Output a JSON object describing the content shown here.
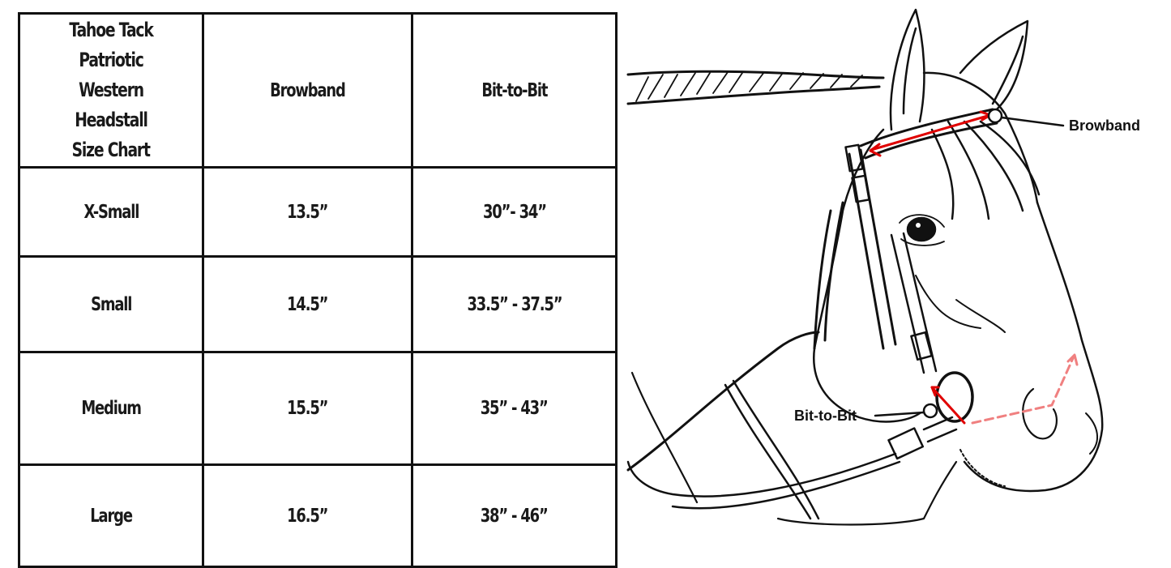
{
  "size_chart": {
    "title": "Tahoe Tack Patriotic Western Headstall Size Chart",
    "title_lines": [
      "Tahoe Tack Patriotic",
      "Western Headstall",
      "Size Chart"
    ],
    "columns": [
      "Browband",
      "Bit-to-Bit"
    ],
    "rows": [
      {
        "size": "X-Small",
        "browband": "13.5”",
        "bit_to_bit": "30”- 34”"
      },
      {
        "size": "Small",
        "browband": "14.5”",
        "bit_to_bit": "33.5” - 37.5”"
      },
      {
        "size": "Medium",
        "browband": "15.5”",
        "bit_to_bit": "35” - 43”"
      },
      {
        "size": "Large",
        "browband": "16.5”",
        "bit_to_bit": "38” - 46”"
      }
    ]
  },
  "diagram": {
    "subject": "horse head wearing western headstall",
    "callouts": [
      {
        "label": "Browband",
        "marker": "circle",
        "measure_color": "#e00000"
      },
      {
        "label": "Bit-to-Bit",
        "marker": "circle",
        "measure_color": "#e00000",
        "dashed_color": "#f08080"
      }
    ]
  }
}
